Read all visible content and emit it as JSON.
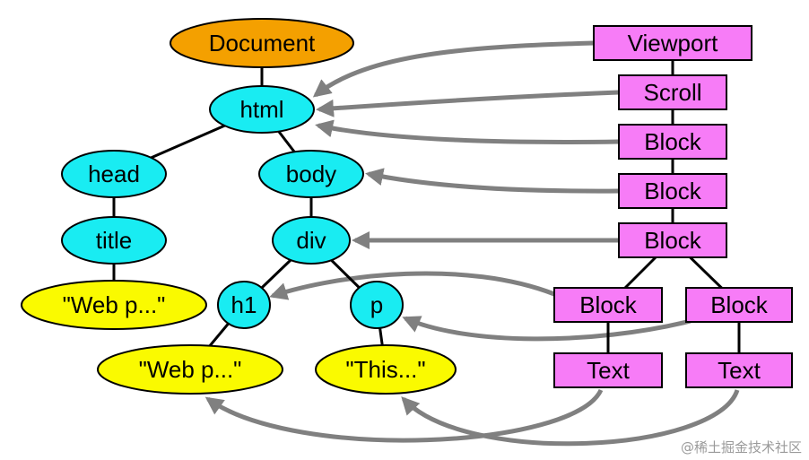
{
  "colors": {
    "document": "#f4a000",
    "element": "#19ecf2",
    "text_node": "#fafa00",
    "render_box": "#f77cf7",
    "edge": "#000000",
    "arrow": "#808080"
  },
  "dom_tree": {
    "document": "Document",
    "html": "html",
    "head": "head",
    "title": "title",
    "title_text": "\"Web p...\"",
    "body": "body",
    "div": "div",
    "h1": "h1",
    "h1_text": "\"Web p...\"",
    "p": "p",
    "p_text": "\"This...\""
  },
  "render_tree": {
    "viewport": "Viewport",
    "scroll": "Scroll",
    "block1": "Block",
    "block2": "Block",
    "block3": "Block",
    "block4": "Block",
    "block5": "Block",
    "text1": "Text",
    "text2": "Text"
  },
  "watermark": "@稀土掘金技术社区"
}
